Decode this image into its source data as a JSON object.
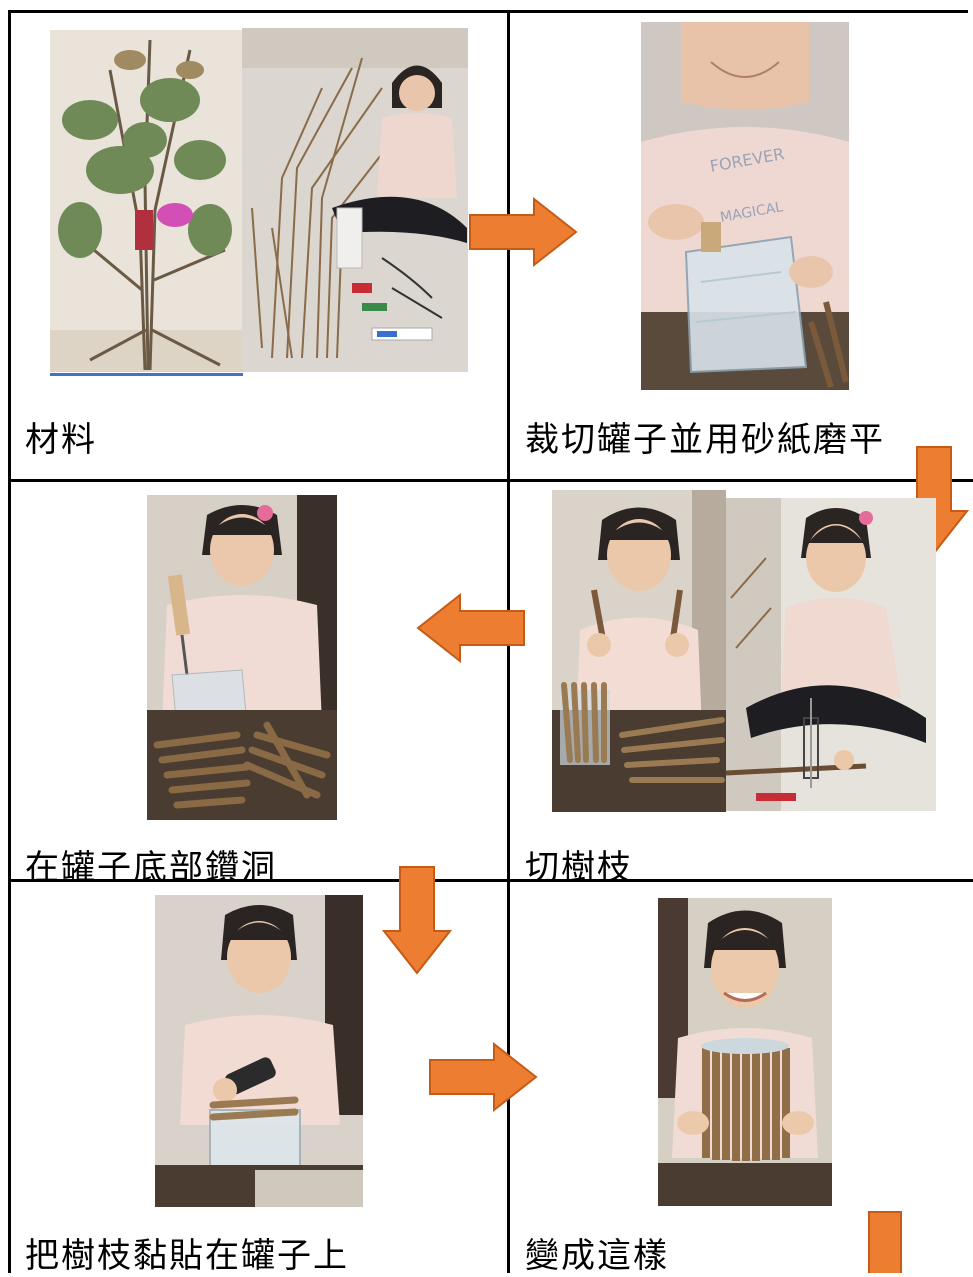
{
  "captions": {
    "step1": "材料",
    "step2": "裁切罐子並用砂紙磨平",
    "step3": "在罐子底部鑽洞",
    "step4": "切樹枝",
    "step5": "把樹枝黏貼在罐子上",
    "step6": "變成這樣"
  },
  "colors": {
    "arrow": "#ED7D31",
    "arrow_stroke": "#C65B17",
    "border": "#000000",
    "underline": "#4472C4"
  },
  "photos": {
    "p1a": "branches-and-leaves-photo",
    "p1b": "girl-with-materials-photo",
    "p2": "cutting-jar-photo",
    "p3": "drilling-jar-photo",
    "p4a": "girl-holding-sticks-photo",
    "p4b": "sawing-branch-photo",
    "p5": "gluing-sticks-photo",
    "p6": "finished-jar-photo"
  }
}
